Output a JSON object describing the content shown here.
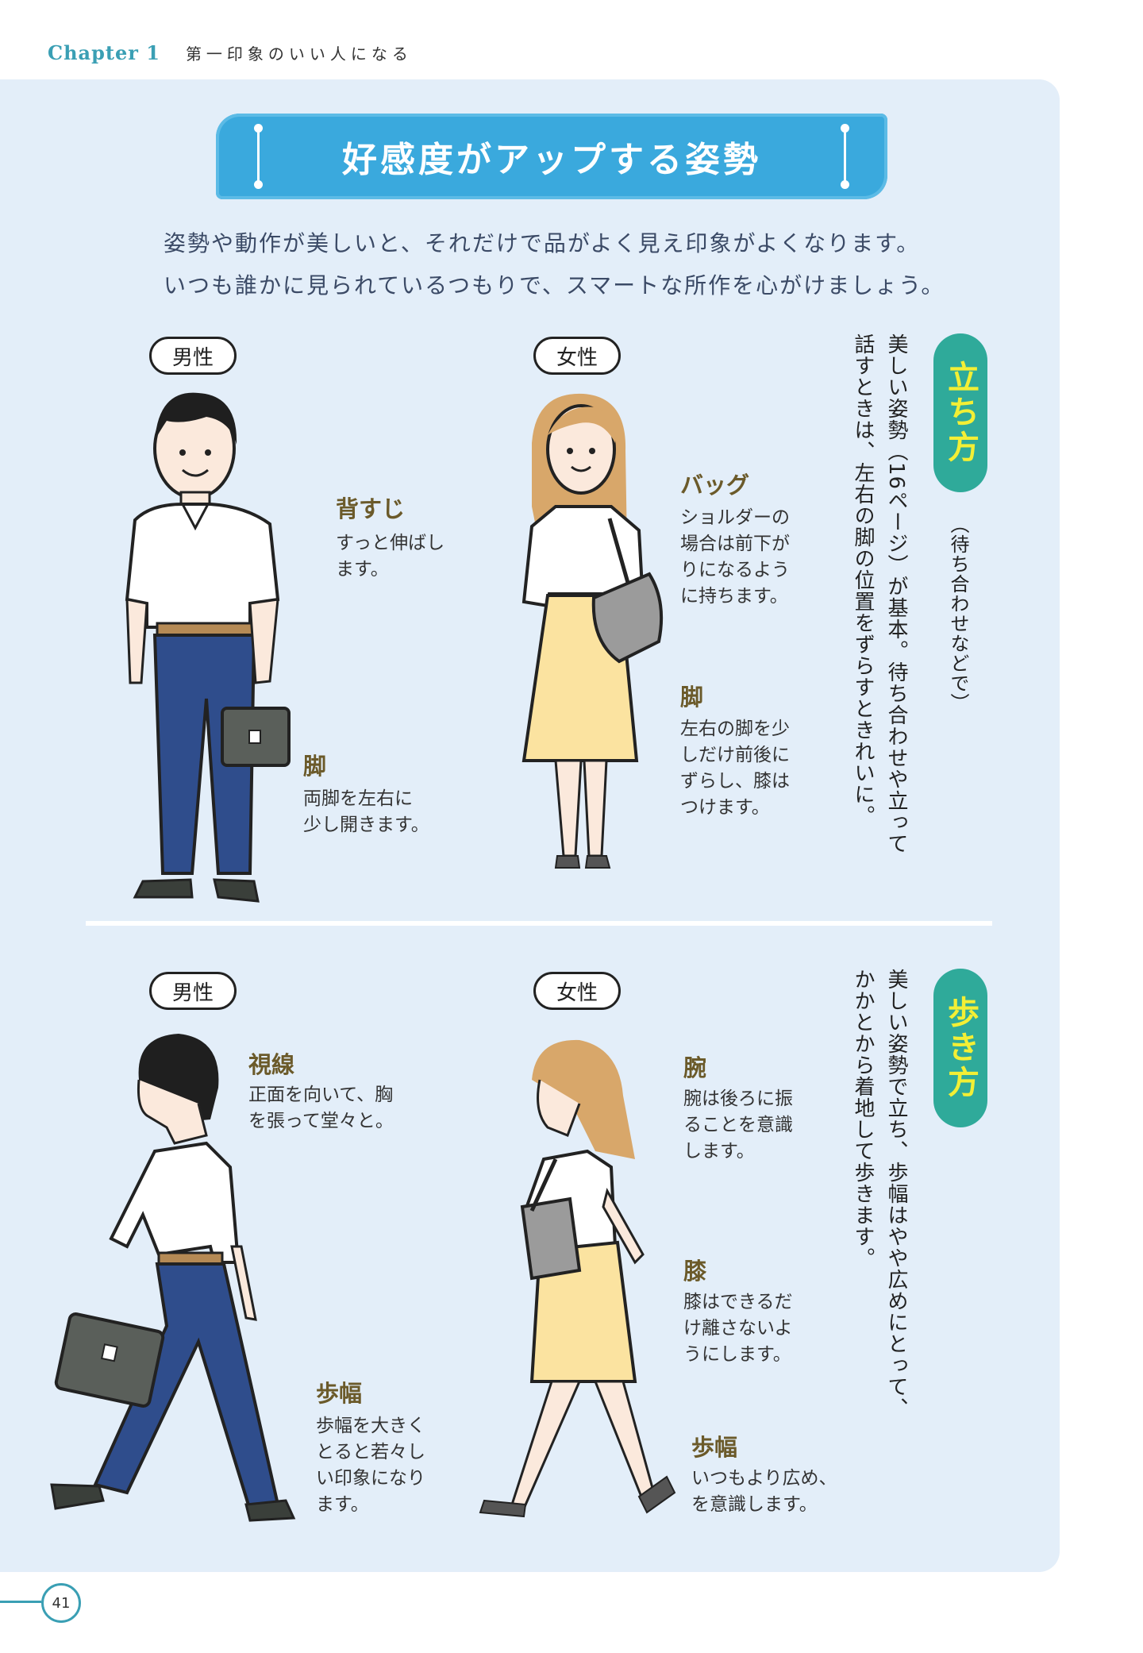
{
  "header": {
    "chapter": "Chapter 1",
    "title": "第一印象のいい人になる"
  },
  "banner": {
    "title": "好感度がアップする姿勢"
  },
  "intro": [
    "姿勢や動作が美しいと、それだけで品がよく見え印象がよくなります。",
    "いつも誰かに見られているつもりで、スマートな所作を心がけましょう。"
  ],
  "standing": {
    "pill": "立ち方",
    "subtitle": "（待ち合わせなどで）",
    "description": [
      "美しい姿勢（16ページ）が基本。待ち合わせや立って",
      "話すときは、左右の脚の位置をずらすときれいに。"
    ],
    "male": {
      "tag": "男性",
      "back_title": "背すじ",
      "back_text": [
        "すっと伸ばし",
        "ます。"
      ],
      "legs_title": "脚",
      "legs_text": [
        "両脚を左右に",
        "少し開きます。"
      ]
    },
    "female": {
      "tag": "女性",
      "bag_title": "バッグ",
      "bag_text": [
        "ショルダーの",
        "場合は前下が",
        "りになるよう",
        "に持ちます。"
      ],
      "legs_title": "脚",
      "legs_text": [
        "左右の脚を少",
        "しだけ前後に",
        "ずらし、膝は",
        "つけます。"
      ]
    }
  },
  "walking": {
    "pill": "歩き方",
    "description": [
      "美しい姿勢で立ち、歩幅はやや広めにとって、",
      "かかとから着地して歩きます。"
    ],
    "male": {
      "tag": "男性",
      "gaze_title": "視線",
      "gaze_text": [
        "正面を向いて、胸",
        "を張って堂々と。"
      ],
      "stride_title": "歩幅",
      "stride_text": [
        "歩幅を大きく",
        "とると若々し",
        "い印象になり",
        "ます。"
      ]
    },
    "female": {
      "tag": "女性",
      "arm_title": "腕",
      "arm_text": [
        "腕は後ろに振",
        "ることを意識",
        "します。"
      ],
      "knee_title": "膝",
      "knee_text": [
        "膝はできるだ",
        "け離さないよ",
        "うにします。"
      ],
      "stride_title": "歩幅",
      "stride_text": [
        "いつもより広め、",
        "を意識します。"
      ]
    }
  },
  "page_number": "41",
  "colors": {
    "accent": "#3a9fb4",
    "panel": "#e3eef9",
    "banner": "#3aa9dd",
    "pill": "#2faa9a",
    "pill_text": "#f3ef35"
  }
}
